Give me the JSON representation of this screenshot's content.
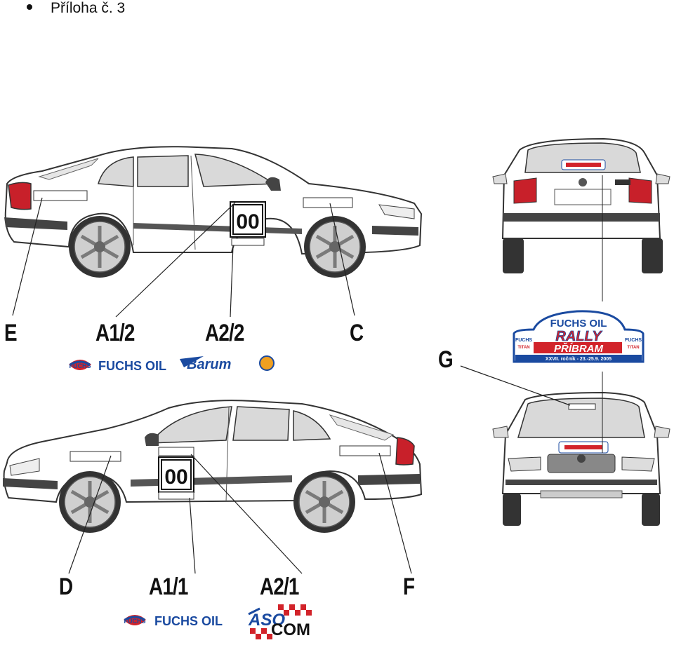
{
  "header": {
    "text": "Příloha č. 3"
  },
  "labels": {
    "E": "E",
    "A12": "A1/2",
    "A22": "A2/2",
    "C": "C",
    "G": "G",
    "D": "D",
    "A11": "A1/1",
    "A21": "A2/1",
    "F": "F"
  },
  "car_numbers": {
    "top": "00",
    "bottom": "00"
  },
  "logos": {
    "fuchs_small": "FUCHS",
    "fuchs_text": "FUCHS OIL",
    "barum": "Barum",
    "asocom_1": "ASO",
    "asocom_2": "COM"
  },
  "rally_plate": {
    "top": "FUCHS OIL",
    "rally": "RALLY",
    "city": "PŘÍBRAM",
    "footer": "XXVII. ročník - 23.-25.9. 2005",
    "left_logo": "FUCHS",
    "left_sub": "TITAN",
    "right_logo": "FUCHS",
    "right_sub": "TITAN"
  },
  "colors": {
    "line": "#222222",
    "car_fill": "#ffffff",
    "glass": "#d9d9d9",
    "tail_light": "#c8202a",
    "rally_blue": "#1a4aa0",
    "rally_red": "#d2232a"
  }
}
